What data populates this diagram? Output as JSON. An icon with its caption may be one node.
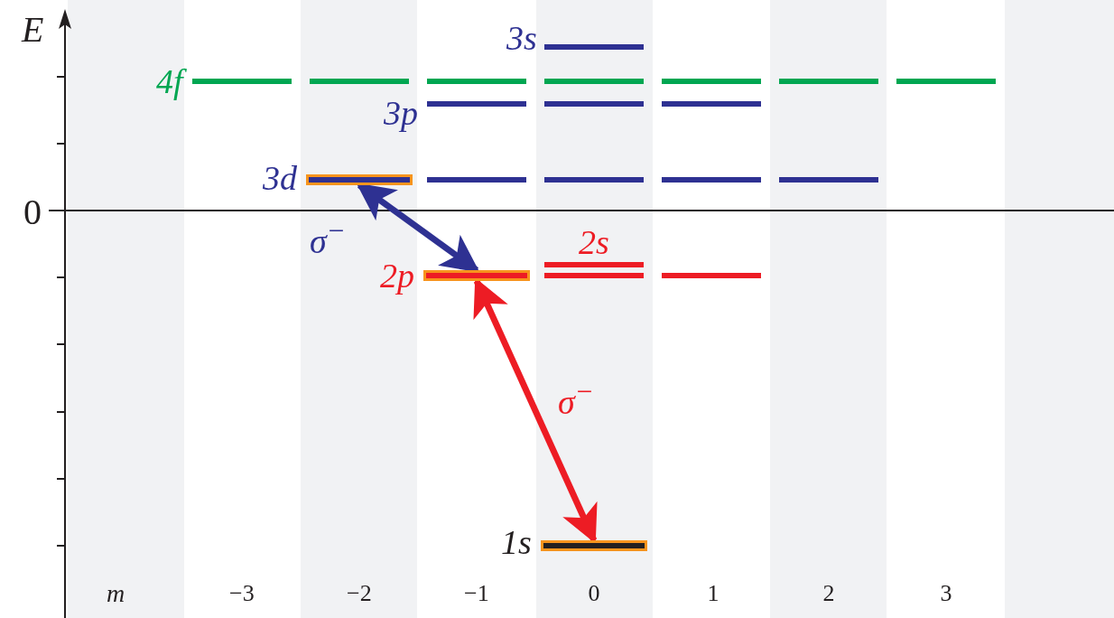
{
  "diagram": {
    "nodes": [
      {
        "text": [],
        "shape": "bar",
        "beside": [
          "3s"
        ]
      },
      {
        "text": [],
        "shape": "bar",
        "beside": [
          "4f"
        ]
      },
      {
        "text": [],
        "shape": "bar"
      },
      {
        "text": [],
        "shape": "bar"
      },
      {
        "text": [],
        "shape": "bar"
      },
      {
        "text": [],
        "shape": "bar"
      },
      {
        "text": [],
        "shape": "bar"
      },
      {
        "text": [],
        "shape": "bar"
      },
      {
        "text": [],
        "shape": "bar",
        "beside": [
          "3p"
        ]
      },
      {
        "text": [],
        "shape": "bar"
      },
      {
        "text": [],
        "shape": "bar"
      },
      {
        "text": [],
        "shape": "bar",
        "beside": [
          "3d"
        ]
      },
      {
        "text": [],
        "shape": "bar"
      },
      {
        "text": [],
        "shape": "bar"
      },
      {
        "text": [],
        "shape": "bar"
      },
      {
        "text": [],
        "shape": "bar"
      },
      {
        "text": [],
        "shape": "bar",
        "beside": [
          "2s"
        ]
      },
      {
        "text": [],
        "shape": "bar",
        "beside": [
          "2p"
        ]
      },
      {
        "text": [],
        "shape": "bar"
      },
      {
        "text": [],
        "shape": "bar"
      },
      {
        "text": [],
        "shape": "bar",
        "beside": [
          "1s"
        ]
      }
    ],
    "edges": [
      {
        "from": 11,
        "to": 17,
        "arrow": "both",
        "label": "σ$^{−}$",
        "color": "#2e3192"
      },
      {
        "from": 17,
        "to": 20,
        "arrow": "both",
        "label": "σ$^{−}$",
        "color": "#ed1c24"
      }
    ],
    "labels": [
      "E",
      "0",
      "m",
      "−3",
      "−2",
      "−1",
      "0",
      "1",
      "2",
      "3"
    ]
  }
}
